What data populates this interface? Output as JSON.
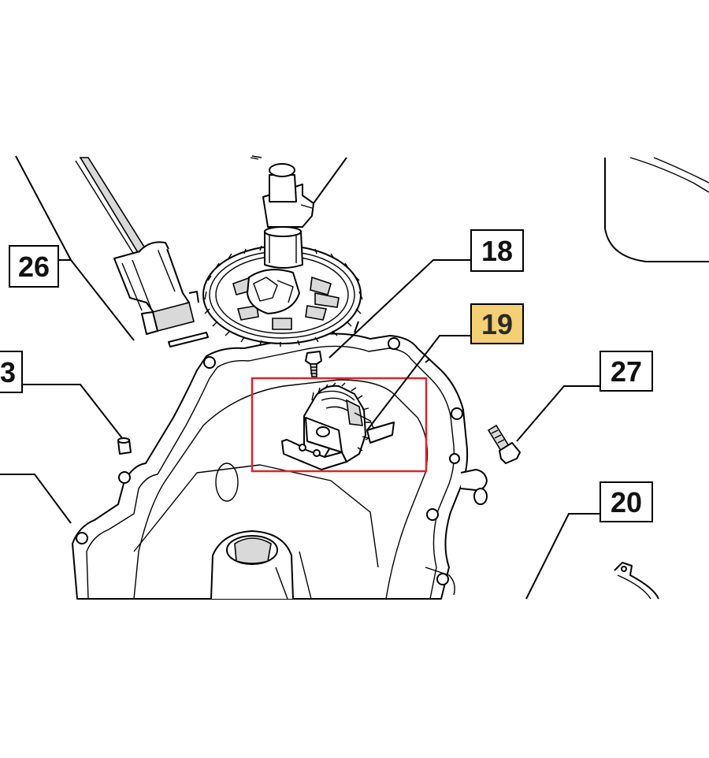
{
  "callouts": {
    "c26": "26",
    "c3": "3",
    "c18": "18",
    "c19": "19",
    "c27": "27",
    "c20": "20"
  },
  "highlight": {
    "callout_color": "#f4cf73",
    "frame_color": "#d9262b"
  },
  "parts": {
    "camshaft": "camshaft-gear-icon",
    "dipstick": "dipstick-tube-icon",
    "governor": "governor-assembly-icon",
    "screw18": "screw-icon",
    "screw27": "bolt-icon",
    "pin3": "dowel-pin-icon",
    "clip20": "clip-icon",
    "crankcase": "crankcase-cover-icon"
  }
}
